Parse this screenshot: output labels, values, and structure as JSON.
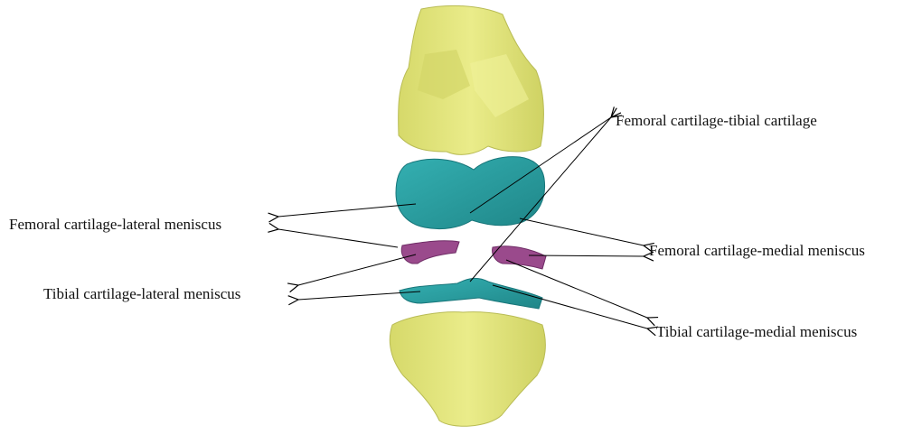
{
  "labels": {
    "femoral_tibial": "Femoral cartilage-tibial cartilage",
    "femoral_lateral": "Femoral cartilage-lateral meniscus",
    "femoral_medial": "Femoral cartilage-medial meniscus",
    "tibial_lateral": "Tibial cartilage-lateral meniscus",
    "tibial_medial": "Tibial cartilage-medial meniscus"
  },
  "colors": {
    "bone": "#e2e47a",
    "bone_shade": "#c9cc5c",
    "cartilage": "#2a9ea0",
    "cartilage_shade": "#1d7f82",
    "meniscus": "#9a4a8c",
    "meniscus_shade": "#7a3470",
    "arrow": "#000000"
  }
}
